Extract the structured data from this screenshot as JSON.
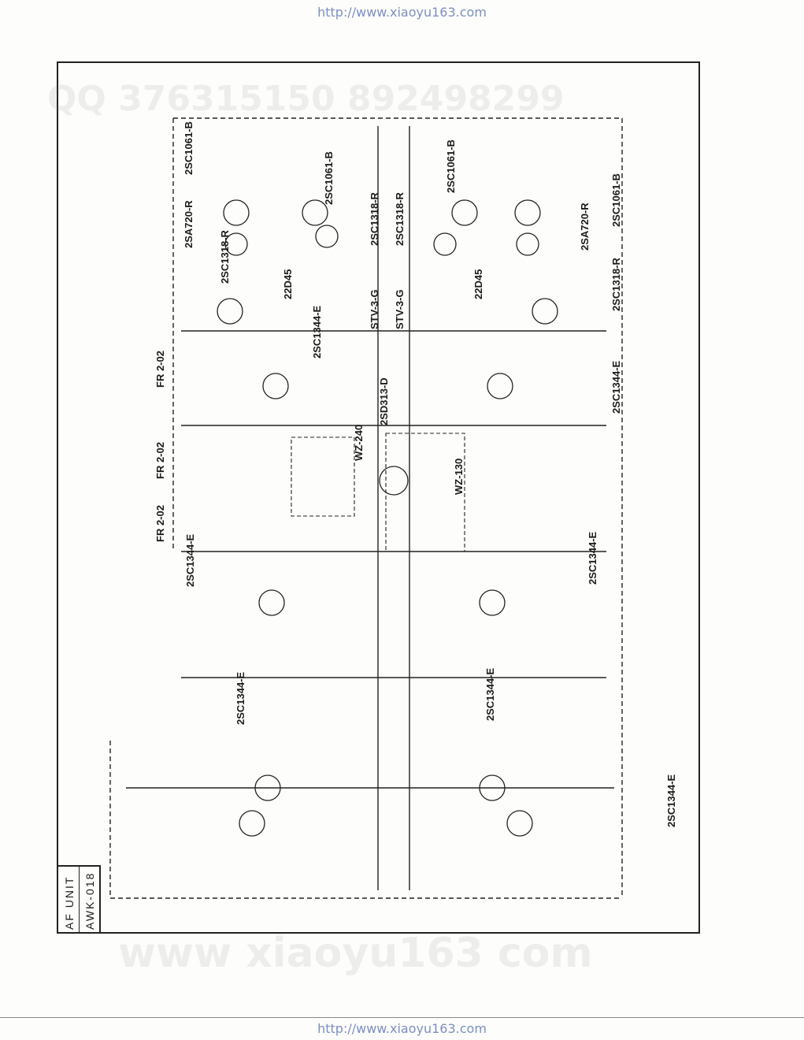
{
  "header": {
    "url": "http://www.xiaoyu163.com"
  },
  "footer": {
    "url": "http://www.xiaoyu163.com"
  },
  "title_block": {
    "unit": "AF UNIT",
    "model": "AWK-018"
  },
  "watermarks": {
    "top": "QQ 376315150 892498299",
    "bottom": "www xiaoyu163 com"
  },
  "component_labels": [
    "2SC1061-B",
    "2SC1061-B",
    "2SC1061-B",
    "2SC1061-B",
    "2SA720-R",
    "2SA720-R",
    "2SC1318-R",
    "2SC1318-R",
    "2SC1318-R",
    "2SC1318-R",
    "STV-3-G",
    "STV-3-G",
    "22D45",
    "22D45",
    "FR 2-02",
    "FR 2-02",
    "FR 2-02",
    "2SD313-D",
    "WZ-240",
    "WZ-130",
    "2SC1344-E",
    "2SC1344-E",
    "2SC1344-E",
    "2SC1344-E",
    "2SC1344-E",
    "2SC1344-E",
    "2SC1344-E"
  ]
}
